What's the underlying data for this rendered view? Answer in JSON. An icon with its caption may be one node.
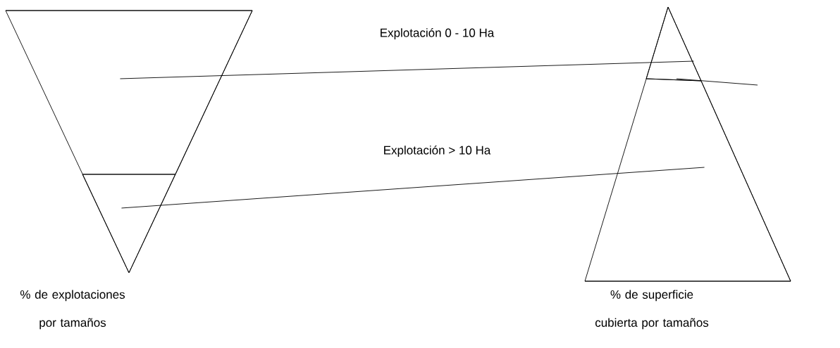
{
  "diagram": {
    "nodes": [
      {
        "text": [],
        "shape": "triangle",
        "beside": [
          "% de explotaciones por tamaños"
        ]
      },
      {
        "text": [],
        "shape": "band",
        "in": 0
      },
      {
        "text": [],
        "shape": "triangle",
        "in": 0
      },
      {
        "text": [],
        "shape": "triangle",
        "beside": [
          "% de superficie cubierta por tamaños"
        ]
      },
      {
        "text": [],
        "shape": "triangle",
        "in": 3
      },
      {
        "text": [],
        "shape": "band",
        "in": 3
      }
    ],
    "edges": [
      {
        "from": 1,
        "to": 4,
        "arrow": "none",
        "label": "Explotación 0 - 10 Ha"
      },
      {
        "from": 2,
        "to": 5,
        "arrow": "none",
        "label": "Explotación > 10 Ha"
      }
    ]
  }
}
